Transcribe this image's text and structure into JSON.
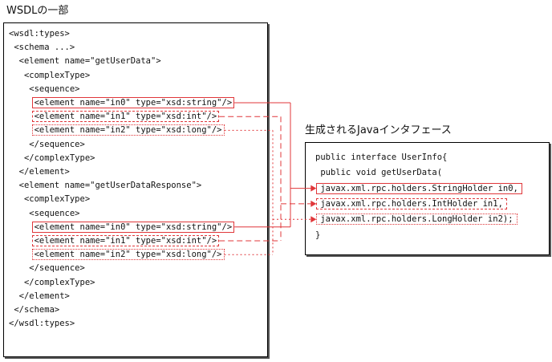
{
  "left_title": "WSDLの一部",
  "right_title": "生成されるJavaインタフェース",
  "wsdl_lines": [
    "<wsdl:types>",
    " <schema ...>",
    "  <element name=\"getUserData\">",
    "   <complexType>",
    "    <sequence>",
    "     <element name=\"in0\" type=\"xsd:string\"/>",
    "     <element name=\"in1\" type=\"xsd:int\"/>",
    "     <element name=\"in2\" type=\"xsd:long\"/>",
    "    </sequence>",
    "   </complexType>",
    "  </element>",
    "  <element name=\"getUserDataResponse\">",
    "   <complexType>",
    "    <sequence>",
    "     <element name=\"in0\" type=\"xsd:string\"/>",
    "     <element name=\"in1\" type=\"xsd:int\"/>",
    "     <element name=\"in2\" type=\"xsd:long\"/>",
    "    </sequence>",
    "   </complexType>",
    "  </element>",
    " </schema>",
    "</wsdl:types>"
  ],
  "java_lines": [
    "public interface UserInfo{",
    " public void getUserData(",
    " javax.xml.rpc.holders.StringHolder in0,",
    " javax.xml.rpc.holders.IntHolder in1,",
    " javax.xml.rpc.holders.LongHolder in2);",
    "}"
  ],
  "colors": {
    "highlight": "#e0373a",
    "border": "#000000",
    "shadow": "#555555"
  },
  "styles": [
    "solid",
    "dashed",
    "dotted"
  ]
}
